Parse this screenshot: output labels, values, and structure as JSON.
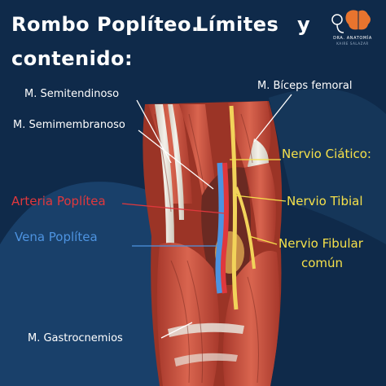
{
  "title": {
    "line1_a": "Rombo Poplíteo.",
    "line1_b": "Límites",
    "line1_c": "y",
    "line2": "contenido:"
  },
  "logo": {
    "name": "DRA. ANATOMÍA",
    "subtitle": "KAIRE SALAZAR",
    "icon": "brain-stethoscope-icon"
  },
  "labels": {
    "semitendinoso": "M. Semitendinoso",
    "semimembranoso": "M. Semimembranoso",
    "biceps": "M. Bíceps femoral",
    "ciatico": "Nervio Ciático:",
    "tibial": "Nervio Tibial",
    "arteria": "Arteria Poplítea",
    "vena": "Vena Poplítea",
    "fibular_1": "Nervio Fibular",
    "fibular_2": "común",
    "gastrocnemios": "M. Gastrocnemios"
  },
  "colors": {
    "background": "#0f2a4a",
    "background_light": "#19406a",
    "muscle": "#c8513f",
    "tendon": "#e8e4dc",
    "nerve": "#f2d35a",
    "artery": "#e0383d",
    "vein": "#4d93e0",
    "label_yellow": "#f5e04a"
  }
}
